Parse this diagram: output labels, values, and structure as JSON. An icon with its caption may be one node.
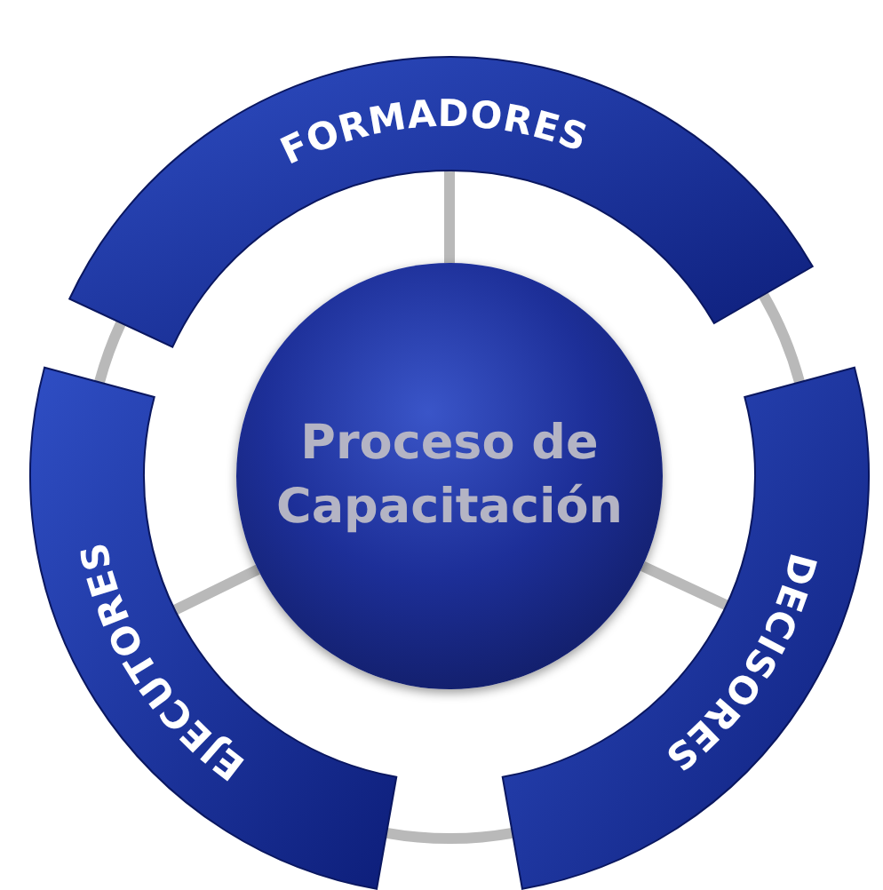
{
  "diagram": {
    "nodes": [
      {
        "text": [
          "Proceso de Capacitación"
        ]
      },
      {
        "text": [
          "FORMADORES"
        ]
      },
      {
        "text": [
          "DECISORES"
        ]
      },
      {
        "text": [
          "EJECUTORES"
        ]
      }
    ],
    "edges": [
      {
        "from": 0,
        "to": 1,
        "arrow": "none"
      },
      {
        "from": 0,
        "to": 2,
        "arrow": "none"
      },
      {
        "from": 0,
        "to": 3,
        "arrow": "none"
      },
      {
        "from": 1,
        "to": 2,
        "arrow": "none"
      },
      {
        "from": 2,
        "to": 3,
        "arrow": "none"
      },
      {
        "from": 3,
        "to": 1,
        "arrow": "none"
      }
    ]
  }
}
